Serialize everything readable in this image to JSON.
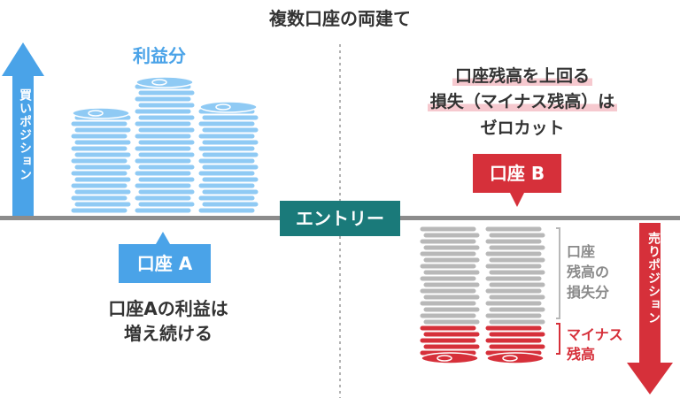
{
  "title": "複数口座の両建て",
  "profit_label": "利益分",
  "buy_label": "買いポジション",
  "sell_label": "売りポジション",
  "entry_label": "エントリー",
  "account_a_label": "口座 A",
  "account_b_label": "口座 B",
  "account_a_desc": [
    "口座Aの利益は",
    "増え続ける"
  ],
  "account_b_note": [
    "口座残高を上回る",
    "損失（マイナス残高）は",
    "ゼロカット"
  ],
  "loss_label": [
    "口座",
    "残高の",
    "損失分"
  ],
  "negative_label": [
    "マイナス",
    "残高"
  ],
  "colors": {
    "blue": "#4aa3e8",
    "blue_light": "#8fcaf4",
    "teal": "#1a7a7a",
    "red": "#d6303a",
    "gray": "#b8b8b8",
    "highlight": "#f6c9cf"
  }
}
